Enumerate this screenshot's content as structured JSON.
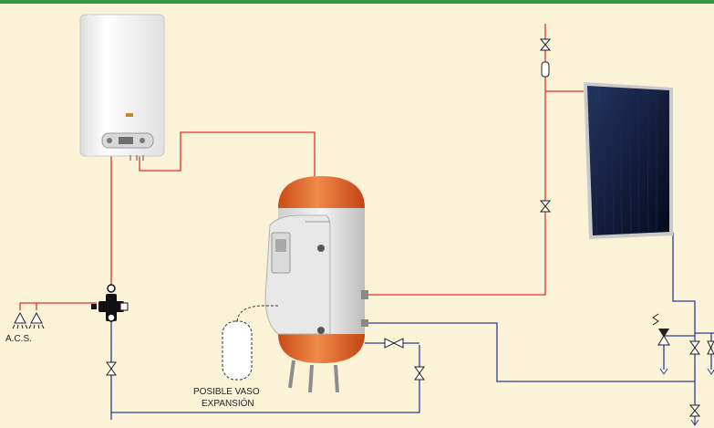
{
  "labels": {
    "acs": "A.C.S.",
    "vessel_line1": "POSIBLE VASO",
    "vessel_line2": "EXPANSIÓN"
  },
  "colors": {
    "background": "#fbf3d8",
    "top_bar": "#2e9a45",
    "hot_pipe": "#e0302a",
    "cold_pipe": "#2b3f9c",
    "tank_orange": "#e2672a",
    "tank_body": "#e6e6e6",
    "panel": "#0d1a3c"
  },
  "components": {
    "boiler": "wall-boiler",
    "tank": "storage-tank",
    "collector": "solar-collector",
    "thermostatic_valve": "mixing-valve-icon",
    "expansion_vessel": "expansion-vessel",
    "valves": "gate-valve-icon",
    "taps": "tap-icon",
    "safety_valve": "safety-valve-icon"
  }
}
